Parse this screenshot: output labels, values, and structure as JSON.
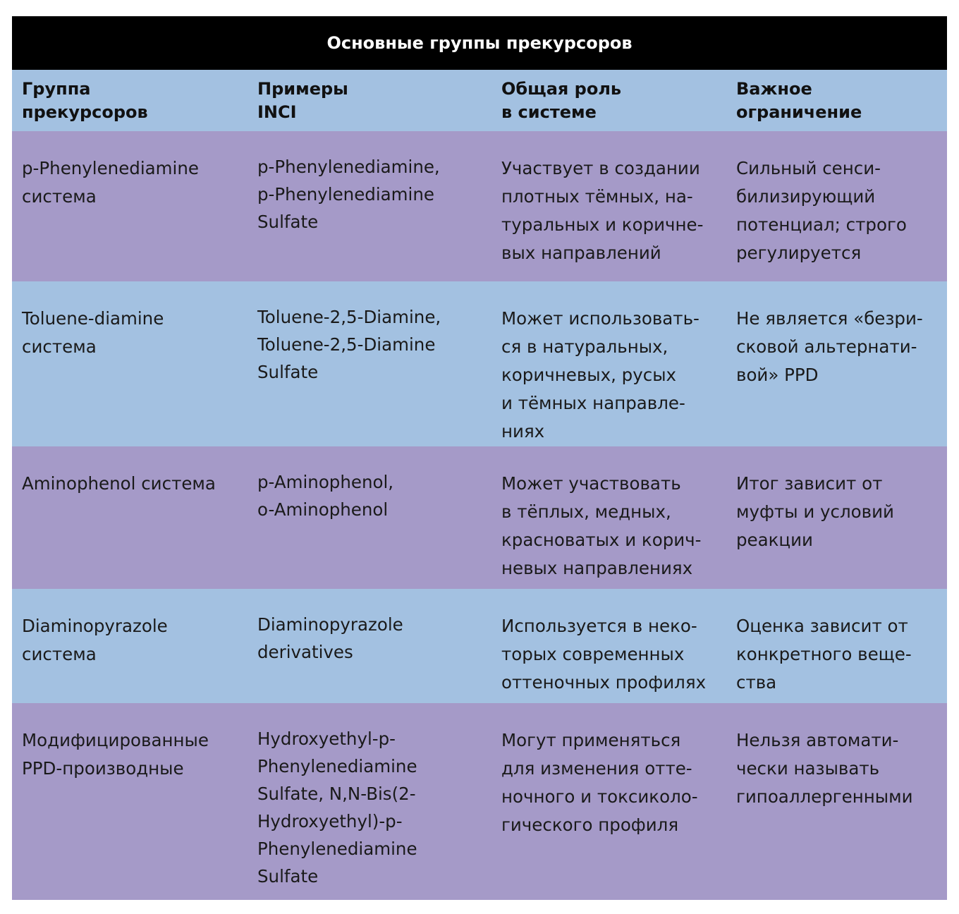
{
  "table": {
    "title": "Основные группы прекурсоров",
    "headers": [
      "Группа\nпрекурсоров",
      "Примеры\nINCI",
      "Общая роль\nв системе",
      "Важное\nограничение"
    ],
    "rows": [
      {
        "group": "p-Phenylenediamine\nсистема",
        "inci": "p-Phenylenediamine,\np-Phenylenediamine\nSulfate",
        "role": "Участвует в создании\nплотных тёмных, на-\nтуральных и коричне-\nвых направлений",
        "limitation": "Сильный сенси-\nбилизирующий\nпотенциал; строго\nрегулируется"
      },
      {
        "group": "Toluene-diamine\nсистема",
        "inci": "Toluene-2,5-Diamine,\nToluene-2,5-Diamine\nSulfate",
        "role": "Может использовать-\nся в натуральных,\nкоричневых, русых\nи тёмных направле-\nниях",
        "limitation": "Не является «безри-\nсковой альтернати-\nвой» PPD"
      },
      {
        "group": "Aminophenol система",
        "inci": "p-Aminophenol,\no-Aminophenol",
        "role": "Может участвовать\nв тёплых, медных,\nкрасноватых и корич-\nневых направлениях",
        "limitation": "Итог зависит от\nмуфты и условий\nреакции"
      },
      {
        "group": "Diaminopyrazole\nсистема",
        "inci": "Diaminopyrazole\nderivatives",
        "role": "Используется в неко-\nторых современных\nоттеночных профилях",
        "limitation": "Оценка зависит от\nконкретного веще-\nства"
      },
      {
        "group": "Модифицированные\nPPD-производные",
        "inci": "Hydroxyethyl-p-\nPhenylenediamine\nSulfate, N,N-Bis(2-\nHydroxyethyl)-p-\nPhenylenediamine\nSulfate",
        "role": "Могут применяться\nдля изменения отте-\nночного и токсиколо-\nгического профиля",
        "limitation": "Нельзя автомати-\nчески называть\nгипоаллергенными"
      }
    ]
  },
  "colors": {
    "title_background": "#000000",
    "header_background": "#a3c1e1",
    "row_purple": "#a59ac8",
    "row_blue": "#a3c1e1"
  }
}
